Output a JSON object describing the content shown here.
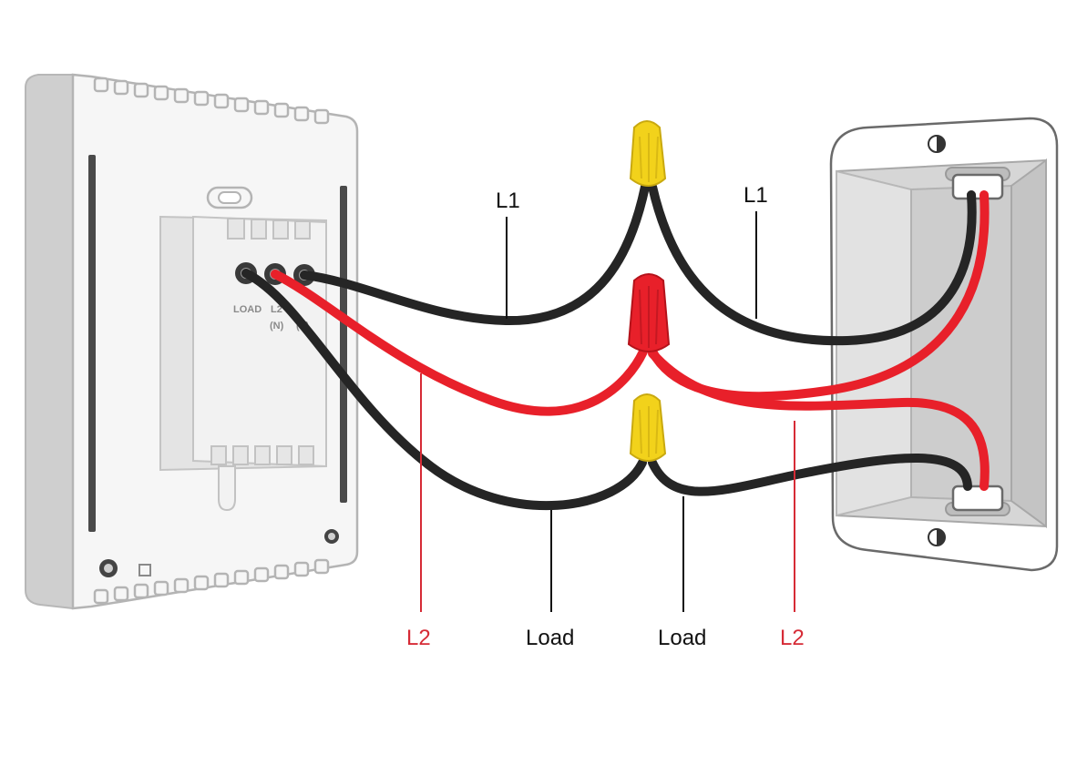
{
  "colors": {
    "black_wire": "#252525",
    "red_wire": "#e8202a",
    "yellow_nut": "#f2d21b",
    "red_nut": "#e8202a",
    "device_fill": "#f4f4f4",
    "device_edge": "#a9a9a9",
    "label_black": "#111111",
    "label_red": "#d62b36"
  },
  "device": {
    "terminals": {
      "load": "LOAD",
      "l2_top": "L2",
      "l2_sub": "(N)",
      "l1_sub": "(L)"
    }
  },
  "labels": {
    "l1_left": "L1",
    "l1_right": "L1",
    "l2_left": "L2",
    "l2_right": "L2",
    "load_left": "Load",
    "load_right": "Load"
  }
}
